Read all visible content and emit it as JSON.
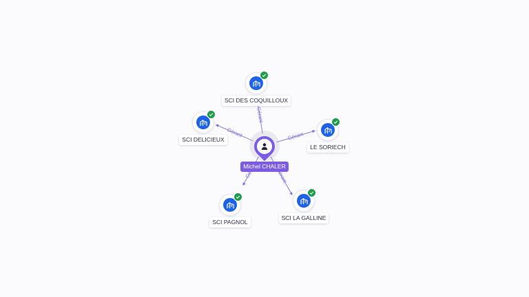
{
  "graph": {
    "center": {
      "name": "Michel CHALER",
      "icon": "person-icon",
      "color": "#7c5ce6"
    },
    "edge_color": "#7b72d9",
    "nodes": [
      {
        "name": "SCI DES COQUILLOUX",
        "icon": "building-icon",
        "status_icon": "check-icon",
        "relation": "Gérant"
      },
      {
        "name": "SCI DELICIEUX",
        "icon": "building-icon",
        "status_icon": "check-icon",
        "relation": "Gérant"
      },
      {
        "name": "LE SORIECH",
        "icon": "building-icon",
        "status_icon": "check-icon",
        "relation": "Gérant"
      },
      {
        "name": "SCI PAGNOL",
        "icon": "building-icon",
        "status_icon": "check-icon",
        "relation": "Gérant"
      },
      {
        "name": "SCI LA GALLINE",
        "icon": "building-icon",
        "status_icon": "check-icon",
        "relation": "Gérant"
      }
    ],
    "node_color": "#1d63e8",
    "status_color": "#1f9d4c"
  }
}
